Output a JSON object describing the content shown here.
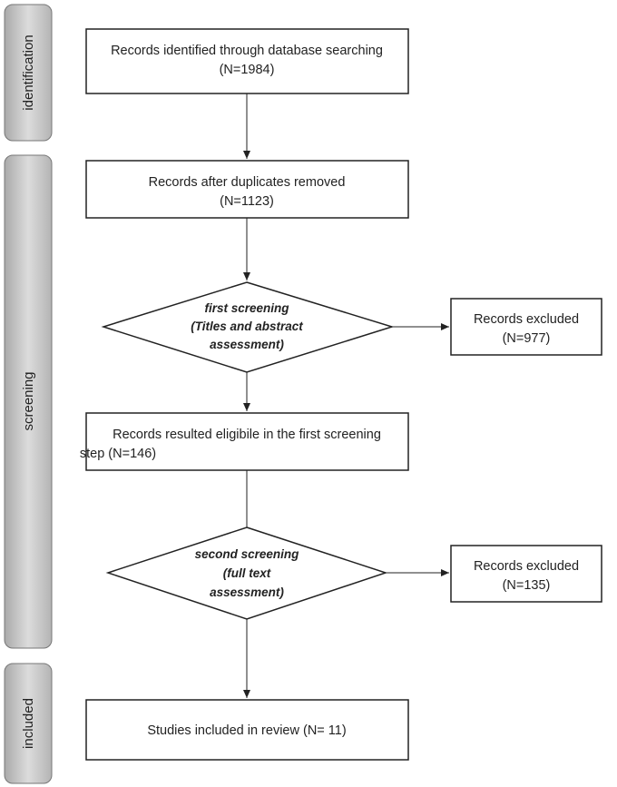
{
  "phases": {
    "identification": "identification",
    "screening": "screening",
    "included": "included"
  },
  "boxes": {
    "identified": {
      "line1": "Records identified through database searching",
      "line2": "(N=1984)"
    },
    "deduplicated": {
      "line1": "Records after duplicates removed",
      "line2": "(N=1123)"
    },
    "eligible_first": {
      "line1": "Records  resulted eligibile in the first screening",
      "line2": "step (N=146)"
    },
    "included_studies": {
      "line1": "Studies included in review (N= 11)"
    },
    "excluded_first": {
      "line1": "Records  excluded",
      "line2": "(N=977)"
    },
    "excluded_second": {
      "line1": "Records  excluded",
      "line2": "(N=135)"
    }
  },
  "decisions": {
    "first_screening": {
      "line1": "first screening",
      "line2": "(Titles and abstract",
      "line3": "assessment)"
    },
    "second_screening": {
      "line1": "second screening",
      "line2": "(full text",
      "line3": "assessment)"
    }
  }
}
